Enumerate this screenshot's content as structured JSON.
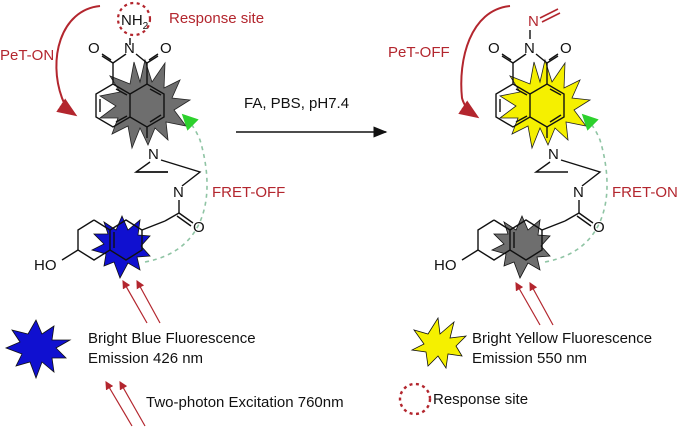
{
  "scheme": {
    "reaction_conditions": "FA, PBS, pH7.4",
    "left_probe": {
      "amine_label": "NH2",
      "amine_main": "NH",
      "amine_sub": "2",
      "response_site_label": "Response site",
      "pet_label": "PeT-ON",
      "fret_label": "FRET-OFF",
      "imide_N": "N",
      "imide_O1": "O",
      "imide_O2": "O",
      "piperazine_N1": "N",
      "piperazine_N2": "N",
      "carbonyl_O": "O",
      "hydroxyl": "HO",
      "naphthalimide_star_color": "#6e6e6e",
      "naphthalene_star_color": "#1010d0"
    },
    "right_probe": {
      "imine_N": "N",
      "pet_label": "PeT-OFF",
      "fret_label": "FRET-ON",
      "imide_N": "N",
      "imide_O1": "O",
      "imide_O2": "O",
      "piperazine_N1": "N",
      "piperazine_N2": "N",
      "carbonyl_O": "O",
      "hydroxyl": "HO",
      "naphthalimide_star_color": "#f5f000",
      "naphthalene_star_color": "#6e6e6e"
    }
  },
  "legend": {
    "blue": {
      "line1": "Bright Blue Fluorescence",
      "line2": "Emission 426 nm",
      "color": "#1010d0"
    },
    "yellow": {
      "line1": "Bright Yellow Fluorescence",
      "line2": "Emission 550 nm",
      "color": "#f5f000"
    },
    "excitation": "Two-photon Excitation 760nm",
    "response_site": "Response site"
  },
  "colors": {
    "red": "#b3262e",
    "fret_arrow": "#2dd12d",
    "fret_dash": "#8fc4a4"
  }
}
